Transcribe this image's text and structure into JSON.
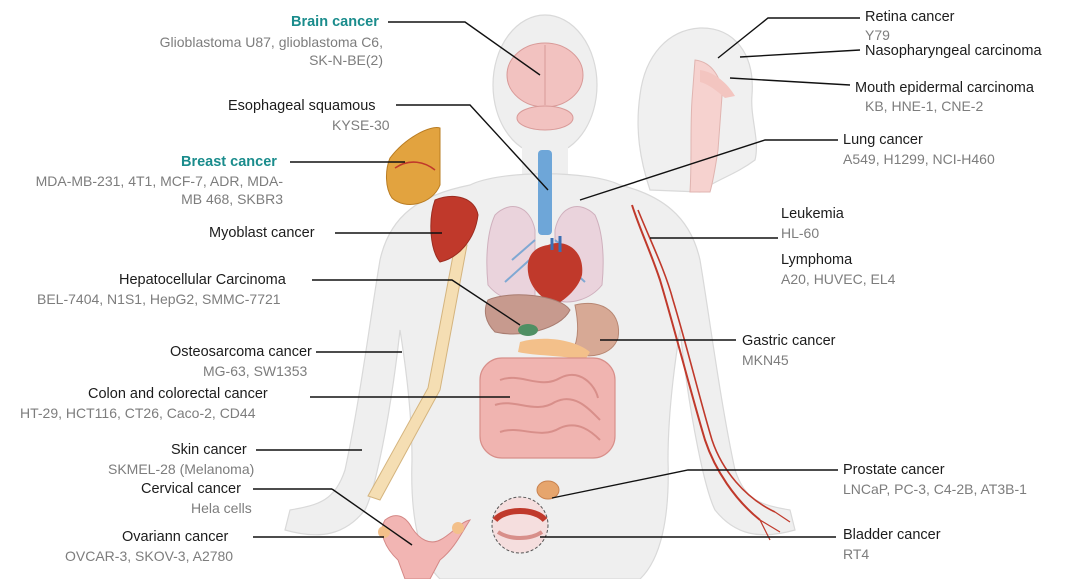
{
  "labels": {
    "brain": {
      "title": "Brain cancer",
      "cells_1": "Glioblastoma U87, glioblastoma C6,",
      "cells_2": "SK-N-BE(2)"
    },
    "esophageal": {
      "title": "Esophageal squamous",
      "cells": "KYSE-30"
    },
    "breast": {
      "title": "Breast cancer",
      "cells_1": "MDA-MB-231, 4T1, MCF-7, ADR, MDA-",
      "cells_2": "MB 468, SKBR3"
    },
    "myoblast": {
      "title": "Myoblast cancer"
    },
    "hepatocellular": {
      "title": "Hepatocellular Carcinoma",
      "cells": "BEL-7404, N1S1, HepG2, SMMC-7721"
    },
    "osteosarcoma": {
      "title": "Osteosarcoma cancer",
      "cells": "MG-63, SW1353"
    },
    "colon": {
      "title": "Colon and colorectal cancer",
      "cells": "HT-29,  HCT116, CT26, Caco-2, CD44"
    },
    "skin": {
      "title": "Skin cancer",
      "cells": "SKMEL-28 (Melanoma)"
    },
    "cervical": {
      "title": "Cervical cancer",
      "cells": "Hela cells"
    },
    "ovarian": {
      "title": "Ovariann cancer",
      "cells": "OVCAR-3,  SKOV-3, A2780"
    },
    "retina": {
      "title": "Retina cancer",
      "cells": "Y79"
    },
    "nasopharyngeal": {
      "title": "Nasopharyngeal carcinoma"
    },
    "mouth": {
      "title": "Mouth epidermal carcinoma",
      "cells": "KB, HNE-1, CNE-2"
    },
    "lung": {
      "title": "Lung cancer",
      "cells": "A549,  H1299, NCI-H460"
    },
    "leukemia": {
      "title": "Leukemia",
      "cells": "HL-60"
    },
    "lymphoma": {
      "title": "Lymphoma",
      "cells": "A20, HUVEC, EL4"
    },
    "gastric": {
      "title": "Gastric cancer",
      "cells": "MKN45"
    },
    "prostate": {
      "title": "Prostate cancer",
      "cells": "LNCaP, PC-3, C4-2B, AT3B-1"
    },
    "bladder": {
      "title": "Bladder cancer",
      "cells": "RT4"
    }
  },
  "colors": {
    "teal_title": "#1a8c8c",
    "body_fill": "#efefef",
    "organ_red": "#c0392b",
    "leader_line": "#111111",
    "cell_text": "#7d7d7d"
  }
}
